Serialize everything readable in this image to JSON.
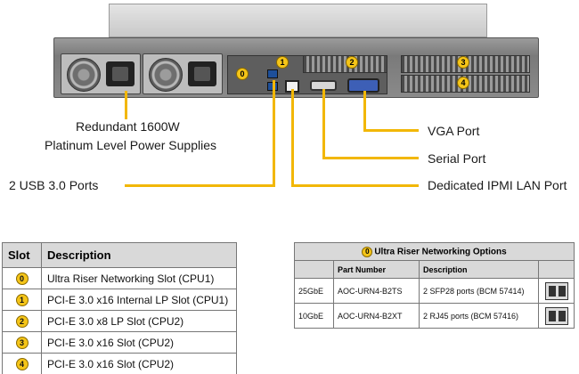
{
  "callouts": {
    "psu": [
      "Redundant 1600W",
      "Platinum Level Power Supplies"
    ],
    "vga": "VGA Port",
    "serial": "Serial Port",
    "usb": "2 USB 3.0 Ports",
    "ipmi": "Dedicated IPMI LAN Port"
  },
  "chassis_badges": [
    "0",
    "1",
    "2",
    "3",
    "4"
  ],
  "slot_table": {
    "headers": [
      "Slot",
      "Description"
    ],
    "rows": [
      {
        "slot": "0",
        "description": "Ultra Riser Networking Slot (CPU1)"
      },
      {
        "slot": "1",
        "description": "PCI-E 3.0 x16 Internal LP Slot (CPU1)"
      },
      {
        "slot": "2",
        "description": "PCI-E 3.0 x8 LP Slot (CPU2)"
      },
      {
        "slot": "3",
        "description": "PCI-E 3.0 x16 Slot (CPU2)"
      },
      {
        "slot": "4",
        "description": "PCI-E 3.0 x16 Slot (CPU2)"
      }
    ]
  },
  "net_table": {
    "badge": "0",
    "title": "Ultra Riser Networking Options",
    "headers": [
      "",
      "Part Number",
      "Description",
      ""
    ],
    "rows": [
      {
        "speed": "25GbE",
        "part": "AOC-URN4-B2TS",
        "description": "2 SFP28 ports (BCM 57414)"
      },
      {
        "speed": "10GbE",
        "part": "AOC-URN4-B2XT",
        "description": "2 RJ45 ports (BCM 57416)"
      }
    ]
  },
  "colors": {
    "accent": "#f2b705",
    "badge": "#f5c518",
    "header_bg": "#d9d9d9"
  }
}
